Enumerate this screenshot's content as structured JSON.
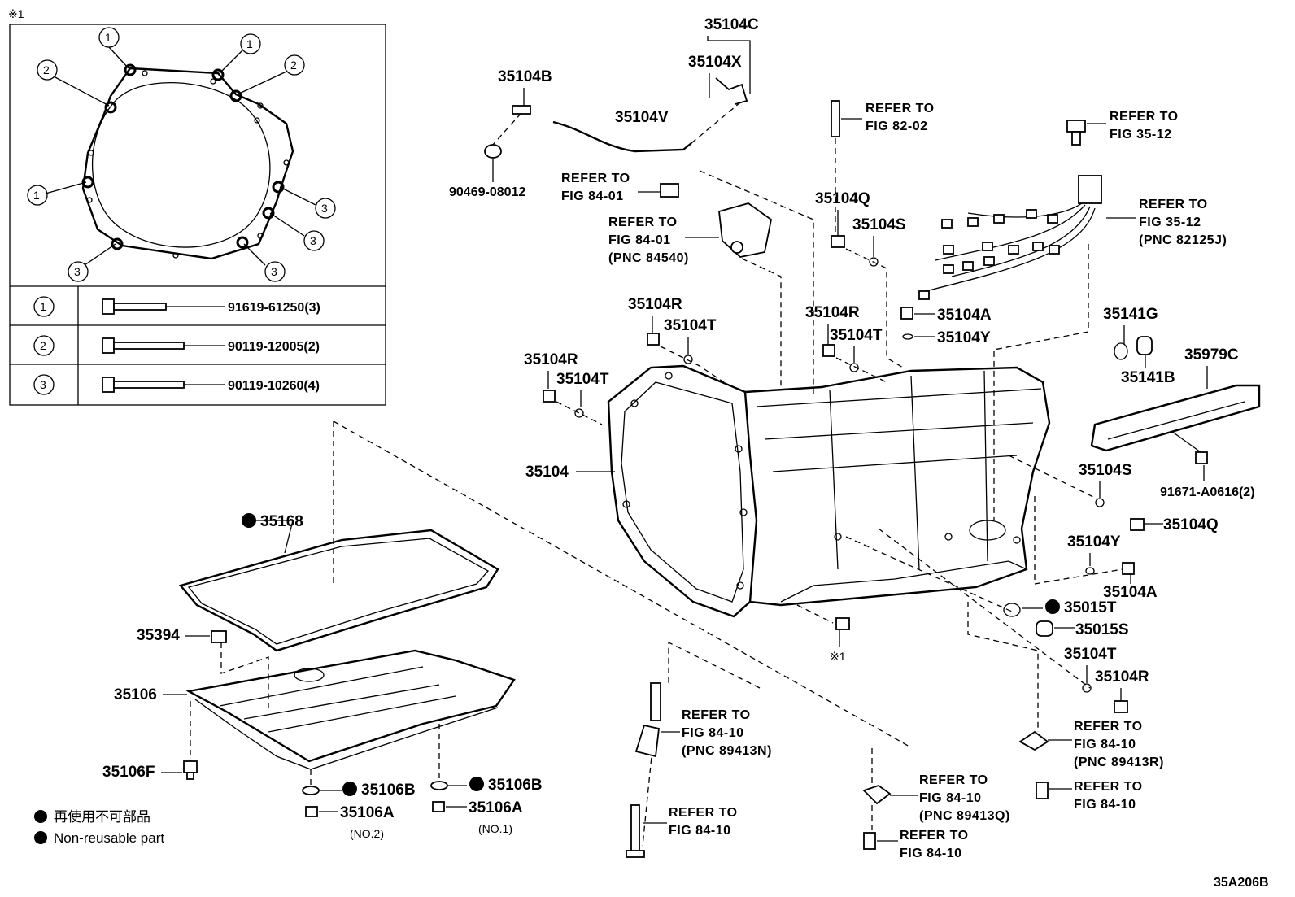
{
  "inset": {
    "marker": "※1",
    "callouts": [
      "1",
      "2",
      "3"
    ],
    "table": [
      {
        "num": "1",
        "part": "91619-61250(3)"
      },
      {
        "num": "2",
        "part": "90119-12005(2)"
      },
      {
        "num": "3",
        "part": "90119-10260(4)"
      }
    ]
  },
  "labels": {
    "p35104C": "35104C",
    "p35104X": "35104X",
    "p35104B": "35104B",
    "p35104V": "35104V",
    "p90469": "90469-08012",
    "p35104Q_top": "35104Q",
    "p35104S_top": "35104S",
    "p35104R_a": "35104R",
    "p35104T_a": "35104T",
    "p35104R_b": "35104R",
    "p35104T_b": "35104T",
    "p35104R_c": "35104R",
    "p35104T_c": "35104T",
    "p35104A_top": "35104A",
    "p35104Y_top": "35104Y",
    "p35141G": "35141G",
    "p35141B": "35141B",
    "p35979C": "35979C",
    "p91671": "91671-A0616(2)",
    "p35104": "35104",
    "p35104S_r": "35104S",
    "p35104Q_r": "35104Q",
    "p35104Y_r": "35104Y",
    "p35104A_r": "35104A",
    "p35015T": "35015T",
    "p35015S": "35015S",
    "p35104T_r": "35104T",
    "p35104R_r": "35104R",
    "mark1": "※1",
    "p35168": "35168",
    "p35394": "35394",
    "p35106": "35106",
    "p35106F": "35106F",
    "p35106B_1": "35106B",
    "p35106B_2": "35106B",
    "p35106A_1": "35106A",
    "p35106A_2": "35106A",
    "no2": "(NO.2)",
    "no1": "(NO.1)",
    "code": "35A206B"
  },
  "refs": {
    "r1": [
      "REFER TO",
      "FIG 82-02"
    ],
    "r2": [
      "REFER TO",
      "FIG 35-12"
    ],
    "r3": [
      "REFER TO",
      "FIG 84-01"
    ],
    "r4": [
      "REFER TO",
      "FIG 84-01",
      "(PNC 84540)"
    ],
    "r5": [
      "REFER TO",
      "FIG 35-12",
      "(PNC 82125J)"
    ],
    "r6": [
      "REFER TO",
      "FIG 84-10",
      "(PNC 89413N)"
    ],
    "r7": [
      "REFER TO",
      "FIG 84-10"
    ],
    "r8": [
      "REFER TO",
      "FIG 84-10",
      "(PNC 89413Q)"
    ],
    "r9": [
      "REFER TO",
      "FIG 84-10"
    ],
    "r10": [
      "REFER TO",
      "FIG 84-10",
      "(PNC 89413R)"
    ],
    "r11": [
      "REFER TO",
      "FIG 84-10"
    ]
  },
  "legend": {
    "jp": "再使用不可部品",
    "en": "Non-reusable part"
  }
}
